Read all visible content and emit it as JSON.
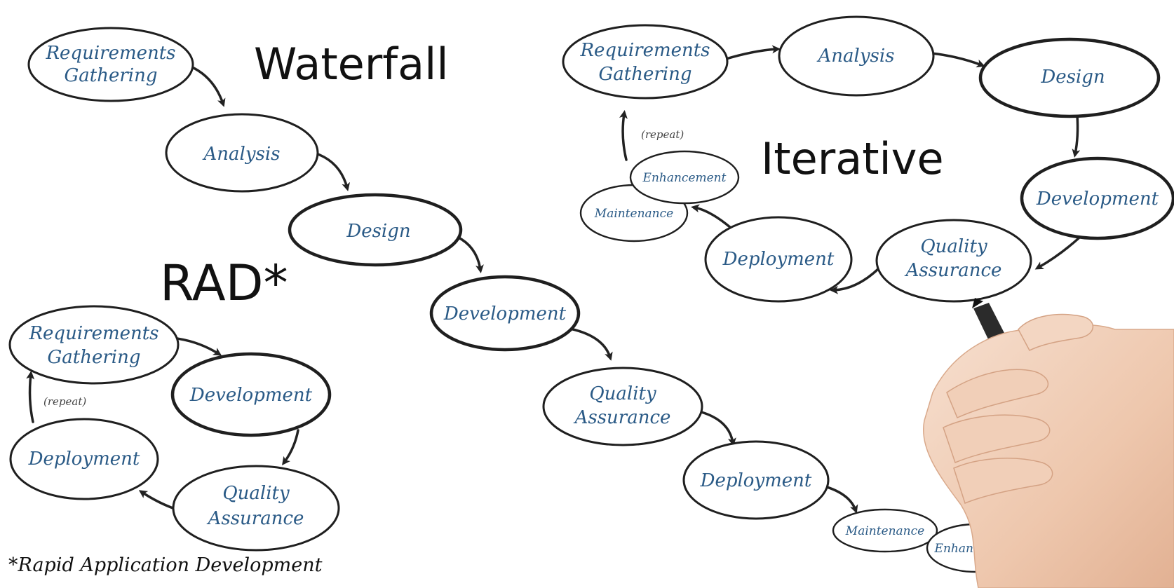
{
  "titles": {
    "waterfall": "Waterfall",
    "iterative": "Iterative",
    "rad": "RAD*"
  },
  "footnote": "*Rapid Application Development",
  "waterfall": {
    "requirements_1": "Requirements",
    "requirements_2": "Gathering",
    "analysis": "Analysis",
    "design": "Design",
    "development": "Development",
    "qa_1": "Quality",
    "qa_2": "Assurance",
    "deployment": "Deployment",
    "maintenance": "Maintenance",
    "enhancement": "Enhancement"
  },
  "iterative": {
    "requirements_1": "Requirements",
    "requirements_2": "Gathering",
    "analysis": "Analysis",
    "design": "Design",
    "development": "Development",
    "qa_1": "Quality",
    "qa_2": "Assurance",
    "deployment": "Deployment",
    "maintenance": "Maintenance",
    "enhancement": "Enhancement",
    "repeat_note": "(repeat)"
  },
  "rad": {
    "requirements_1": "Requirements",
    "requirements_2": "Gathering",
    "development": "Development",
    "qa_1": "Quality",
    "qa_2": "Assurance",
    "deployment": "Deployment",
    "repeat_note": "(repeat)"
  },
  "colors": {
    "label": "#2a5a86",
    "stroke": "#1f1f1f",
    "background": "#ffffff"
  },
  "decorations": [
    "hand-holding-marker"
  ]
}
